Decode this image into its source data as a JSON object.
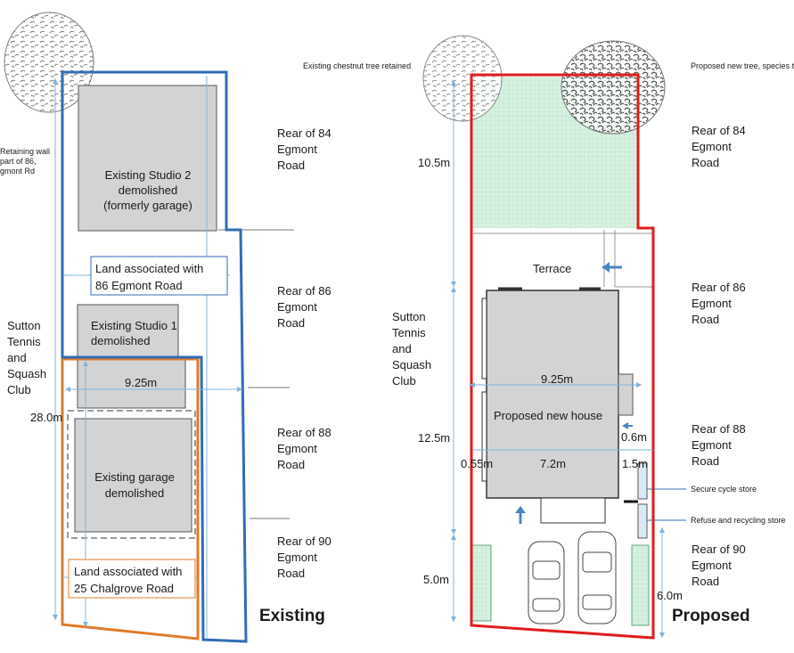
{
  "existing": {
    "heading": "Existing",
    "retaining_wall_note": "Retaining wall\npart of 86,\ngmont Rd",
    "studio2_label": "Existing Studio 2\ndemolished\n(formerly garage)",
    "land86_label": "Land associated with\n86 Egmont Road",
    "studio1_label": "Existing Studio 1\ndemolished",
    "width_dim": "9.25m",
    "length_dim": "28.0m",
    "garage_label": "Existing garage\ndemolished",
    "land25_label": "Land associated with\n25 Chalgrove Road",
    "club_label": "Sutton\nTennis\nand\nSquash\nClub"
  },
  "neighbours": {
    "rear84": "Rear of 84\nEgmont\nRoad",
    "rear86": "Rear of 86\nEgmont\nRoad",
    "rear88": "Rear of 88\nEgmont\nRoad",
    "rear90": "Rear of 90\nEgmont\nRoad"
  },
  "proposed": {
    "heading": "Proposed",
    "chestnut_note": "Existing chestnut tree retained",
    "new_tree_note": "Proposed new tree, species to",
    "garden_dim": "10.5m",
    "terrace_label": "Terrace",
    "club_label": "Sutton\nTennis\nand\nSquash\nClub",
    "house_width_dim": "9.25m",
    "house_label": "Proposed new house",
    "house_depth_dim": "12.5m",
    "gap_right_dim": "0.6m",
    "gap_left_dim": "0.55m",
    "inner_width_dim": "7.2m",
    "side_dim": "1.5m",
    "cycle_store_label": "Secure cycle store",
    "refuse_store_label": "Refuse and recycling store",
    "parking_dim": "5.0m",
    "side_depth_dim": "6.0m"
  },
  "colors": {
    "existing_86_boundary": "#2f6db5",
    "existing_25_boundary": "#e07b2a",
    "proposed_boundary": "#e01b1b",
    "garden_fill": "#d8f2e2",
    "building_fill": "#d3d3d3",
    "dimension_line": "#7fb4dc"
  }
}
